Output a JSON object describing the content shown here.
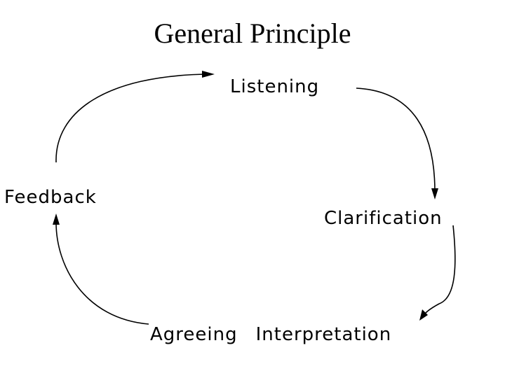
{
  "title": "General Principle",
  "nodes": {
    "listening": "Listening",
    "feedback": "Feedback",
    "clarification": "Clarification",
    "agreeing": "Agreeing",
    "interpretation": "Interpretation"
  },
  "colors": {
    "text": "#000000",
    "background": "#ffffff"
  }
}
